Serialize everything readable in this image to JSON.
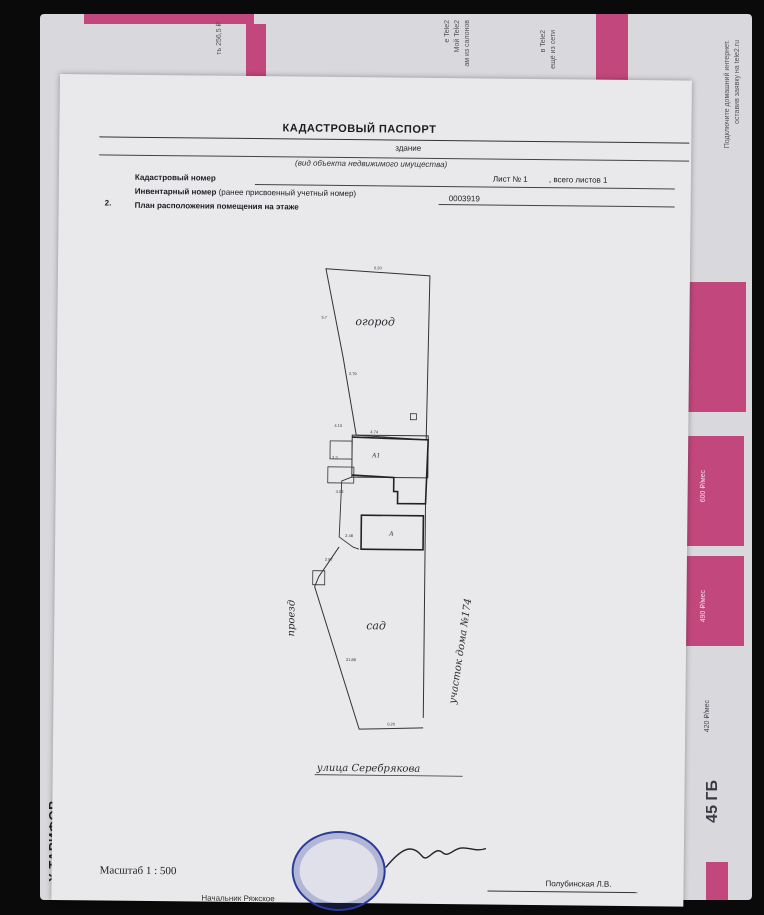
{
  "background": {
    "tariffs_heading": "Х ТАРИФОВ",
    "top_fragments": [
      "ть 256,5 ₽",
      "е Tele2",
      "Мой Tele2",
      "ам из салонов",
      "в Tele2",
      "ещё из сети",
      "Подключите домашний интернет.",
      "оставив заявку на tele2.ru"
    ],
    "side_price": "45 ГБ",
    "side_prices": [
      "420 ₽/мес",
      "490 ₽/мес",
      "600 ₽/мес"
    ]
  },
  "document": {
    "title": "КАДАСТРОВЫЙ ПАСПОРТ",
    "object_type": "здание",
    "object_hint": "(вид объекта недвижимого имущества)",
    "sheet_no": "Лист № 1",
    "sheets_total": ", всего листов 1",
    "cadastral_label": "Кадастровый номер",
    "inventory_label": "Инвентарный номер",
    "inventory_hint": "(ранее присвоенный учетный номер)",
    "inventory_value": "0003919",
    "section_num": "2.",
    "section_title": "План расположения помещения на этаже"
  },
  "plan": {
    "garden_label": "огород",
    "orchard_label": "сад",
    "passage_label": "проезд",
    "plot_label": "участок дома №174",
    "street_label": "улица Серебрякова",
    "room_a1": "А1",
    "room_a": "А"
  },
  "footer": {
    "scale": "Масштаб 1 : 500",
    "executor_name": "Полубинская Л.В.",
    "left_caption": "Начальник   Ряжское"
  }
}
